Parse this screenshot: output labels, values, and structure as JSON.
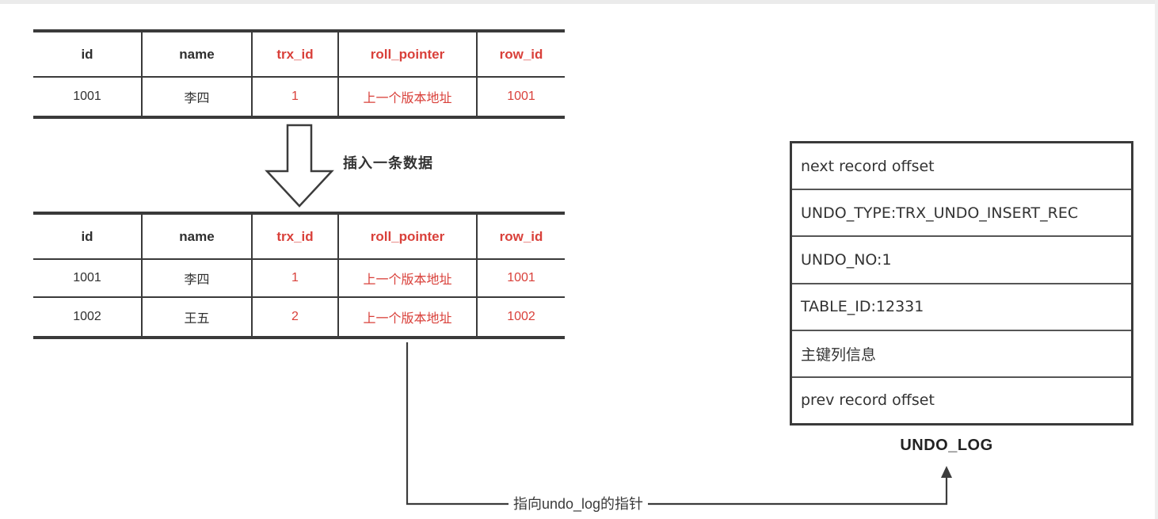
{
  "colors": {
    "accent_red": "#d9403a",
    "text": "#2f2f2f",
    "line": "#3a3a3a"
  },
  "tables": {
    "before": {
      "columns": [
        {
          "label": "id",
          "red": false
        },
        {
          "label": "name",
          "red": false
        },
        {
          "label": "trx_id",
          "red": true
        },
        {
          "label": "roll_pointer",
          "red": true
        },
        {
          "label": "row_id",
          "red": true
        }
      ],
      "rows": [
        [
          "1001",
          "李四",
          "1",
          "上一个版本地址",
          "1001"
        ]
      ]
    },
    "after": {
      "columns": [
        {
          "label": "id",
          "red": false
        },
        {
          "label": "name",
          "red": false
        },
        {
          "label": "trx_id",
          "red": true
        },
        {
          "label": "roll_pointer",
          "red": true
        },
        {
          "label": "row_id",
          "red": true
        }
      ],
      "rows": [
        [
          "1001",
          "李四",
          "1",
          "上一个版本地址",
          "1001"
        ],
        [
          "1002",
          "王五",
          "2",
          "上一个版本地址",
          "1002"
        ]
      ]
    }
  },
  "insert_arrow_label": "插入一条数据",
  "undo_log": {
    "rows": [
      "next record offset",
      "UNDO_TYPE:TRX_UNDO_INSERT_REC",
      "UNDO_NO:1",
      "TABLE_ID:12331",
      "主键列信息",
      "prev record offset"
    ],
    "caption": "UNDO_LOG"
  },
  "pointer_label": "指向undo_log的指针"
}
